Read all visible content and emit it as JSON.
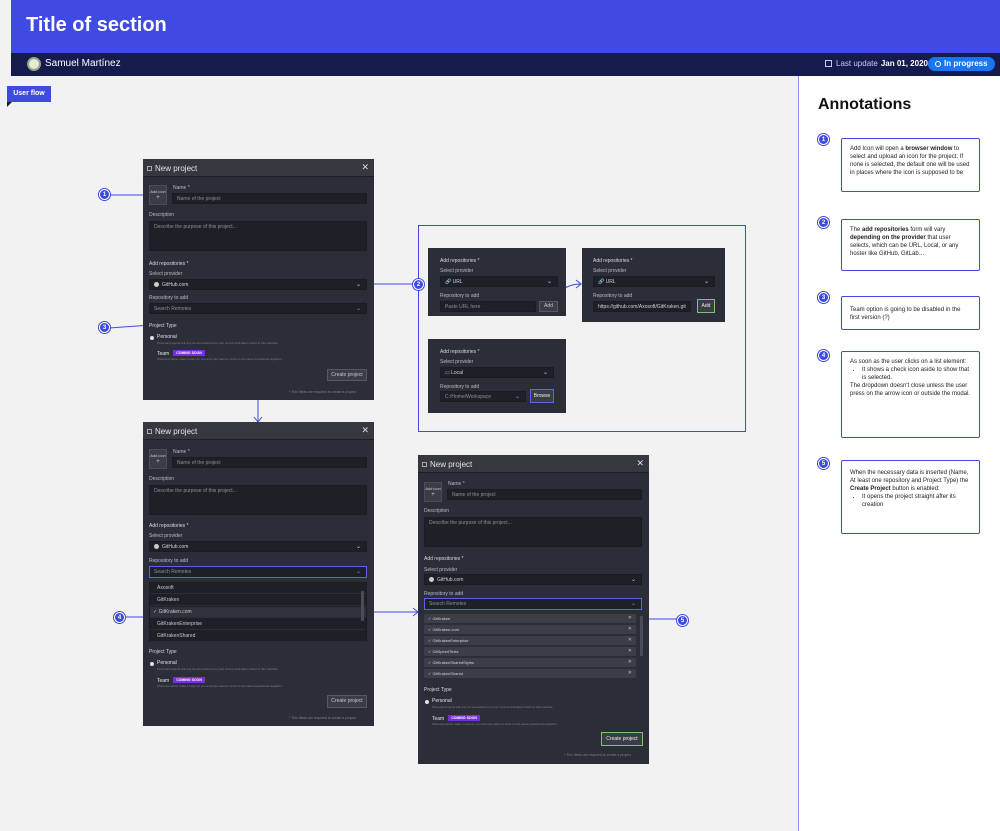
{
  "header": {
    "title": "Title of section",
    "author": "Samuel Martínez",
    "last_update_label": "Last update",
    "last_update_date": "Jan 01, 2020",
    "status": "In progress"
  },
  "flow_tag": "User flow",
  "annotations": {
    "heading": "Annotations",
    "items": [
      {
        "number": "1"
      },
      {
        "number": "2"
      },
      {
        "number": "3",
        "text": "Team option is going to be disabled in the first version (?)"
      },
      {
        "number": "4"
      },
      {
        "number": "5"
      }
    ],
    "note1": {
      "a": "Add Icon will open a ",
      "b": "browser window",
      "c": " to select and upload an icon for the project. If none is selected, the default one will be used in places where the icon is supposed to be"
    },
    "note2": {
      "a": "The ",
      "b": "add repositories",
      "c": " form will vary ",
      "d": "depending on the provider",
      "e": " that user selects, which can be URL, Local, or any hoster like GitHub, GitLab…"
    },
    "note4": {
      "a": "As soon as the user clicks on a list element:",
      "b": "It shows a check icon aside to show that is selected.",
      "c": "The dropdown doesn't close unless the user press on the arrow icon or outside the modal."
    },
    "note5": {
      "a": "When the necessary data is inserted (Name, At least one repository and Project Type) the ",
      "b": "Create Project",
      "c": " button is enabled:",
      "d": "It opens the project straight after its creation"
    }
  },
  "modal": {
    "title": "New project",
    "close": "✕",
    "add_icon": "Add icon",
    "plus": "+",
    "name_label": "Name *",
    "name_placeholder": "Name of the project",
    "description_label": "Description",
    "description_placeholder": "Describe the purpose of this project...",
    "add_repos_label": "Add repositories *",
    "select_provider_label": "Select provider",
    "provider_github": "GitHub.com",
    "repo_to_add_label": "Repository to add",
    "search_remotes": "Search Remotes",
    "project_type_label": "Project Type",
    "personal": "Personal",
    "personal_hint": "Personal projects will only be accessible from your current GitKraken Client in this machine",
    "team": "Team",
    "coming_soon": "COMING SOON",
    "team_hint": "Shared projects make it easy for you and your team to work on the same repositories together",
    "create_project": "Create project",
    "required_note": "* This fields are required to create a project",
    "chevron": "⌄"
  },
  "mini_url": {
    "title": "Add repositories *",
    "select_provider": "Select provider",
    "provider": "URL",
    "repo_label": "Repository to add",
    "placeholder": "Paste URL here",
    "add": "Add",
    "filled_url": "https://github.com/Axosoft/GitKraken.git"
  },
  "mini_local": {
    "title": "Add repositories *",
    "select_provider": "Select provider",
    "provider": "Local",
    "repo_label": "Repository to add",
    "path": "C:/Home/Workspace",
    "browse": "Browse"
  },
  "dropdown_items": [
    "Axosoft",
    "GitKraken",
    "✓ GitKraken.com",
    "GitKrakenEnterprise",
    "GitKrakenShared"
  ],
  "selected_chips": [
    "✓ GitKraken",
    "✓ GitKraken.com",
    "✓ GitKrakenEnterprise",
    "✓ GitSpeedTests",
    "✓ GitKrakenSharedStyles",
    "✓ GitKrakenShared"
  ],
  "chip_close": "✕",
  "step_numbers": [
    "1",
    "2",
    "3",
    "4",
    "5"
  ],
  "colors": {
    "accent": "#3f4ae0",
    "header_dark": "#161b4d",
    "status": "#1976f0",
    "modal_bg": "#2b2e38",
    "coming_soon": "#7a2de0"
  }
}
